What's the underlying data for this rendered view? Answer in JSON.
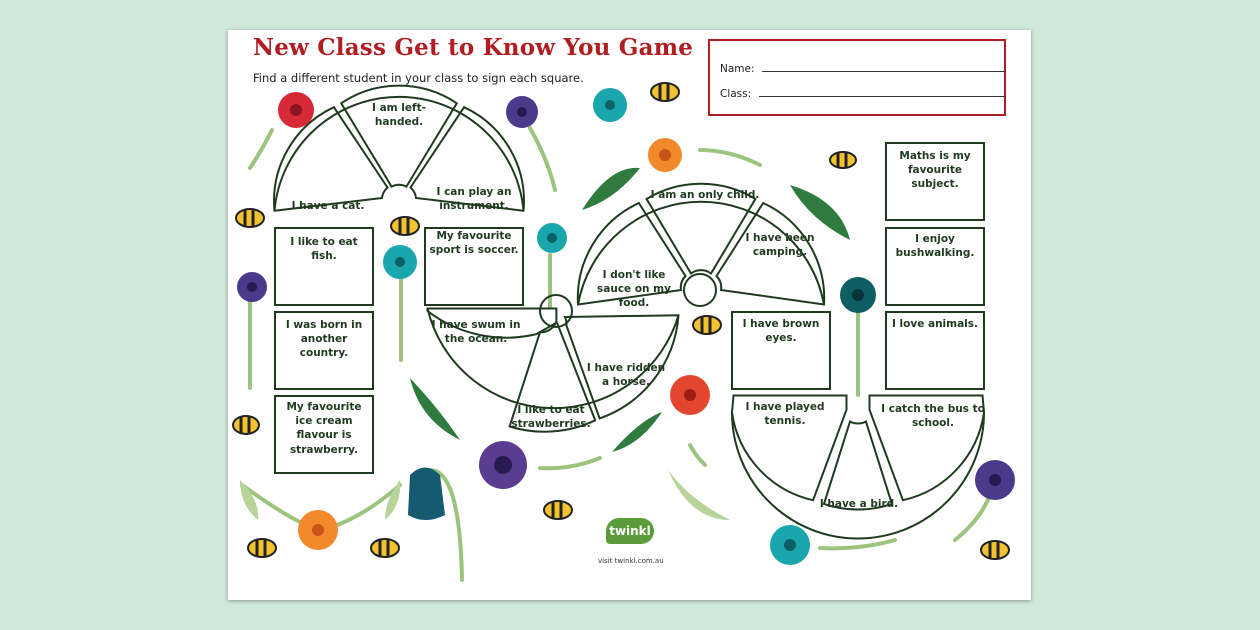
{
  "page": {
    "title": "New Class Get to Know You Game",
    "instructions": "Find a different student in your class to sign each square.",
    "name_label": "Name:",
    "class_label": "Class:",
    "footer": "visit twinkl.com.au",
    "logo": "twinkl"
  },
  "squares": {
    "s1": "I am left-handed.",
    "s2": "I have a cat.",
    "s3": "I can play an instrument.",
    "s4": "I like to eat fish.",
    "s5": "My favourite sport is soccer.",
    "s6": "I was born in another country.",
    "s7": "My favourite ice cream flavour is strawberry.",
    "s8": "I have swum in the ocean.",
    "s9": "I like to eat strawberries.",
    "s10": "I have ridden a horse.",
    "s11": "I am an only child.",
    "s12": "I don't like sauce on my food.",
    "s13": "I have been camping.",
    "s14": "I have brown eyes.",
    "s15": "I have played tennis.",
    "s16": "I have a bird.",
    "s17": "I catch the bus to school.",
    "s18": "Maths is my favourite subject.",
    "s19": "I enjoy bushwalking.",
    "s20": "I love animals."
  },
  "colors": {
    "title": "#b01e23",
    "board_outline": "#1f3a1f",
    "background": "#cfe9da",
    "stem": "#9cc47f"
  },
  "decorations": [
    "flower-icon",
    "bee-icon",
    "leaf-icon"
  ]
}
